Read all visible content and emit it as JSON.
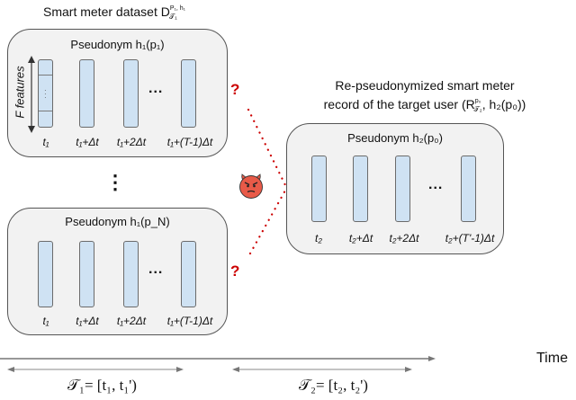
{
  "dataset": {
    "title": "Smart meter dataset D",
    "superscript": "P₁, h₁",
    "subscript": "𝒯₁"
  },
  "boxes": [
    {
      "title": "Pseudonym h₁(p₁)",
      "feature_axis_label": "F features",
      "time_labels": [
        "t₁",
        "t₁+Δt",
        "t₁+2Δt",
        "t₁+(T-1)Δt"
      ],
      "ellipsis": "..."
    },
    {
      "title": "Pseudonym h₁(p_N)",
      "time_labels": [
        "t₁",
        "t₁+Δt",
        "t₁+2Δt",
        "t₁+(T-1)Δt"
      ],
      "ellipsis": "..."
    },
    {
      "title": "Pseudonym h₂(p₀)",
      "time_labels": [
        "t₂",
        "t₂+Δt",
        "t₂+2Δt",
        "t₂+(T'-1)Δt"
      ],
      "ellipsis": "..."
    }
  ],
  "vertical_ellipsis": "⋮",
  "target_record": {
    "line1": "Re-pseudonymized smart meter",
    "line2_prefix": "record of the target user (R",
    "line2_sup": "p₀",
    "line2_sub": "𝒯₂",
    "line2_suffix": ", h₂(p₀))"
  },
  "adversary": {
    "icon": "devil-emoji",
    "question_marks": [
      "?",
      "?"
    ],
    "color": "#cc0000",
    "face_color": "#e85a48"
  },
  "timeline": {
    "axis_label": "Time",
    "interval1": "𝒯₁= [t₁, t₁')",
    "interval2": "𝒯₂= [t₂, t₂')"
  },
  "colors": {
    "box_fill": "#f2f2f2",
    "bar_fill": "#cfe2f3",
    "dotted_line": "#cc0000"
  }
}
